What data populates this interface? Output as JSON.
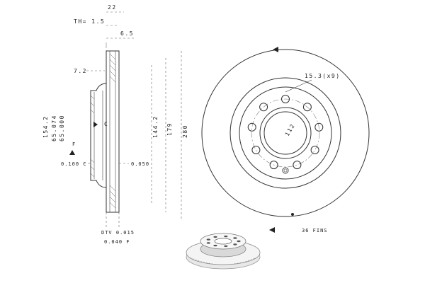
{
  "side_view": {
    "dim_overall_width": "22",
    "dim_th": "TH= 1.5",
    "dim_hat": "6.5",
    "dim_flange": "7.2",
    "dim_hub_dia": "154.2",
    "dim_centering_1": "65.074",
    "dim_centering_2": "65.000",
    "marker_f": "F",
    "tol_left": "0.100 C",
    "marker_c": "C",
    "tol_right": "0.050",
    "dim_inner_dia": "144.2",
    "dim_outer_ring": "179",
    "dim_disc_dia": "280",
    "runout_1": "DTV 0.015",
    "runout_2": "0.040 F"
  },
  "front_view": {
    "bolt_spec": "15.3(x9)",
    "pcd": "112",
    "fins": "36 FINS",
    "bolt_hole_count": 9
  }
}
